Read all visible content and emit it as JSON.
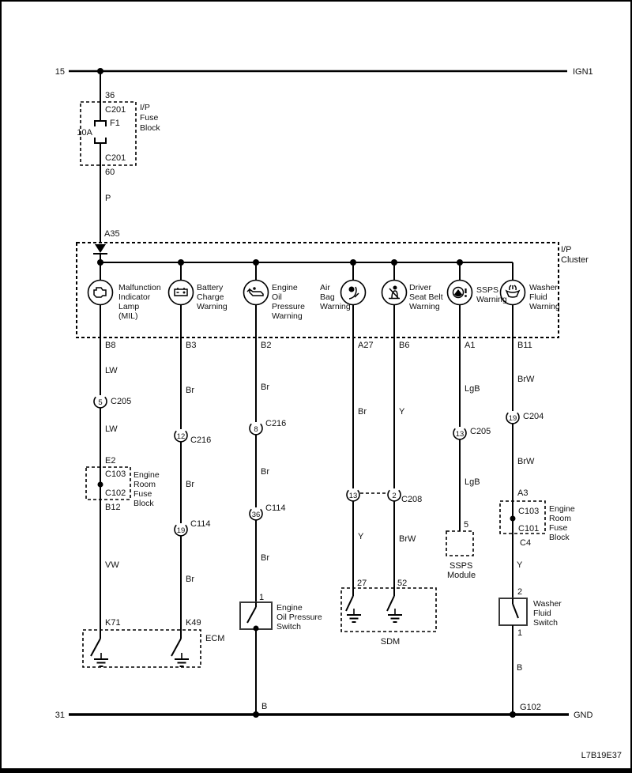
{
  "meta": {
    "code": "L7B19E37"
  },
  "rails": {
    "ign_pin": "15",
    "ign_name": "IGN1",
    "gnd_pin": "31",
    "gnd_name": "GND",
    "ground_point": "G102"
  },
  "ipfuse": {
    "pin_in": "36",
    "conn_in": "C201",
    "fuse_name": "F1",
    "fuse_rating": "10A",
    "conn_out": "C201",
    "pin_out": "60",
    "wire": "P",
    "pin_a35": "A35",
    "block": [
      "I/P",
      "Fuse",
      "Block"
    ]
  },
  "cluster": {
    "name": [
      "I/P",
      "Cluster"
    ],
    "lamps": [
      {
        "pin": "B8",
        "label": [
          "Malfunction",
          "Indicator",
          "Lamp",
          "(MIL)"
        ]
      },
      {
        "pin": "B3",
        "label": [
          "Battery",
          "Charge",
          "Warning"
        ]
      },
      {
        "pin": "B2",
        "label": [
          "Engine",
          "Oil",
          "Pressure",
          "Warning"
        ]
      },
      {
        "pin": "A27",
        "label": [
          "Air",
          "Bag",
          "Warning"
        ]
      },
      {
        "pin": "B6",
        "label": [
          "Driver",
          "Seat Belt",
          "Warning"
        ]
      },
      {
        "pin": "A1",
        "label": [
          "SSPS",
          "Warning"
        ]
      },
      {
        "pin": "B11",
        "label": [
          "Washer",
          "Fluid",
          "Warning"
        ]
      }
    ]
  },
  "mil": {
    "w1": "LW",
    "c205_pin": "5",
    "c205": "C205",
    "w2": "LW",
    "e2": "E2",
    "c103": "C103",
    "c102": "C102",
    "b12": "B12",
    "w3": "VW",
    "k71": "K71",
    "erfb": [
      "Engine",
      "Room",
      "Fuse",
      "Block"
    ]
  },
  "bat": {
    "w1": "Br",
    "c216_pin": "12",
    "c216": "C216",
    "w2": "Br",
    "c114_pin": "19",
    "c114": "C114",
    "w3": "Br",
    "k49": "K49"
  },
  "oil": {
    "w1": "Br",
    "c216_pin": "8",
    "c216": "C216",
    "w2": "Br",
    "c114_pin": "36",
    "c114": "C114",
    "w3": "Br",
    "pin1": "1",
    "switch": [
      "Engine",
      "Oil Pressure",
      "Switch"
    ],
    "w4": "B"
  },
  "airbag": {
    "w1": "Br",
    "cpin": "13",
    "w2": "Y",
    "sdm_pin": "27"
  },
  "belt": {
    "w1": "Y",
    "cpin": "2",
    "c208": "C208",
    "w2": "BrW",
    "sdm_pin": "52"
  },
  "ssps": {
    "w1": "LgB",
    "c205_pin": "13",
    "c205": "C205",
    "w2": "LgB",
    "pin5": "5",
    "module": [
      "SSPS",
      "Module"
    ]
  },
  "washer": {
    "w1": "BrW",
    "c204_pin": "19",
    "c204": "C204",
    "w2": "BrW",
    "a3": "A3",
    "c103": "C103",
    "c101": "C101",
    "erfb": [
      "Engine",
      "Room",
      "Fuse",
      "Block"
    ],
    "c4": "C4",
    "w3": "Y",
    "pin2": "2",
    "switch": [
      "Washer",
      "Fluid",
      "Switch"
    ],
    "pin1": "1",
    "w4": "B"
  },
  "ecm": {
    "name": "ECM"
  },
  "sdm": {
    "name": "SDM"
  }
}
